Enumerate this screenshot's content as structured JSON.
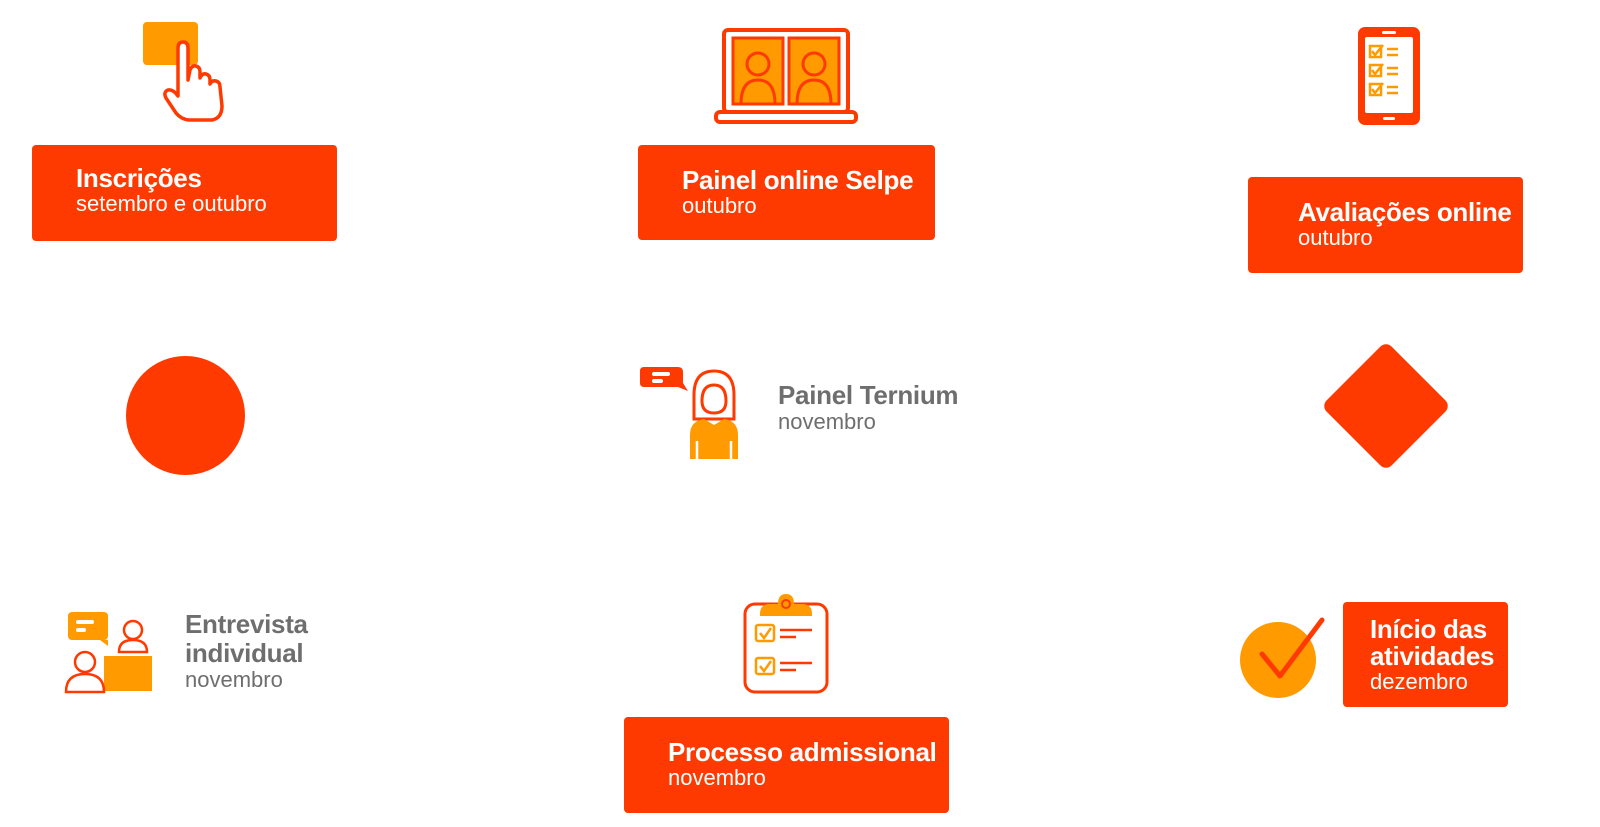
{
  "steps": {
    "inscricoes": {
      "title": "Inscrições",
      "date": "setembro e outubro"
    },
    "painel_selpe": {
      "title": "Painel online Selpe",
      "date": "outubro"
    },
    "avaliacoes": {
      "title": "Avaliações online",
      "date": "outubro"
    },
    "painel_ternium": {
      "title": "Painel Ternium",
      "date": "novembro"
    },
    "entrevista": {
      "title_line1": "Entrevista",
      "title_line2": "individual",
      "date": "novembro"
    },
    "admissional": {
      "title": "Processo admissional",
      "date": "novembro"
    },
    "inicio": {
      "title_line1": "Início das",
      "title_line2": "atividades",
      "date": "dezembro"
    }
  },
  "icons": {
    "inscricoes": "tap-hand-icon",
    "painel_selpe": "laptop-video-call-icon",
    "avaliacoes": "phone-checklist-icon",
    "painel_ternium": "person-chat-icon",
    "entrevista": "interview-chat-icon",
    "admissional": "clipboard-checklist-icon",
    "inicio": "checkmark-icon"
  },
  "colors": {
    "primary": "#ff3a00",
    "secondary": "#ff9a00",
    "text_gray": "#6e6e6e"
  }
}
